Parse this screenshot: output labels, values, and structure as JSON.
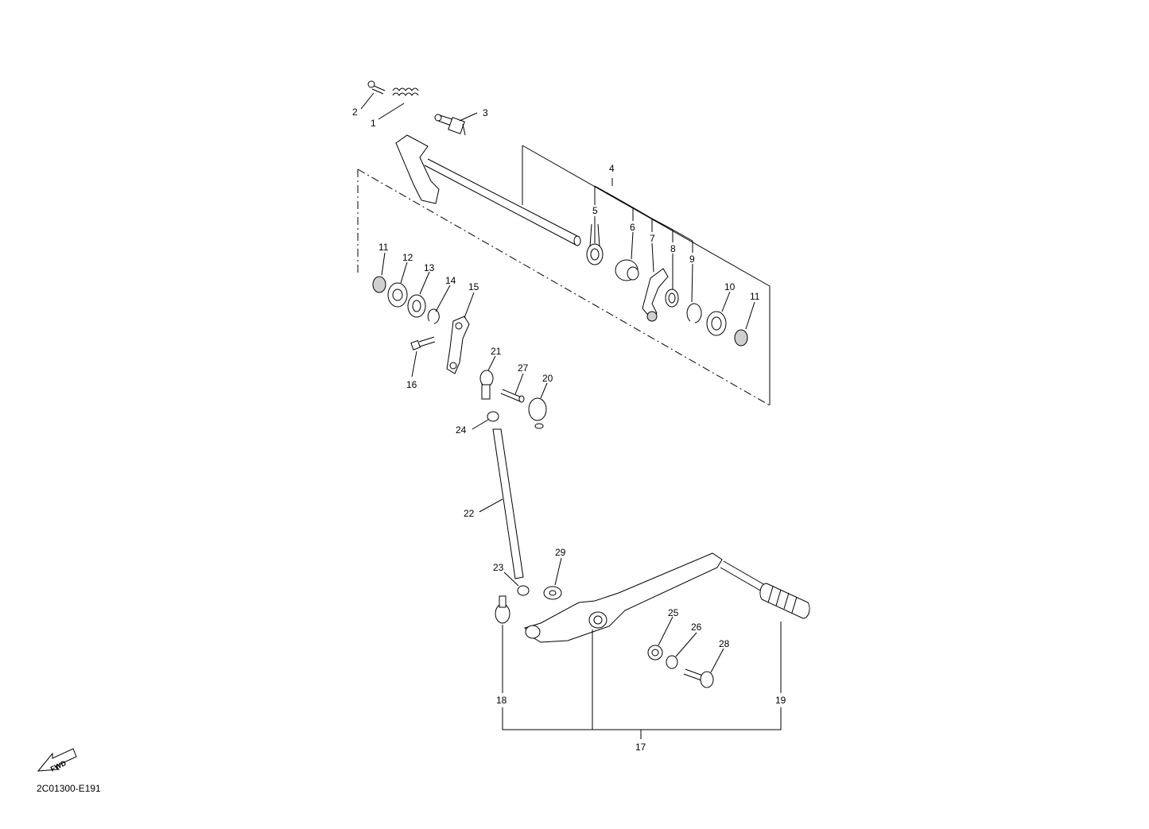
{
  "parts": {
    "p1": "1",
    "p2": "2",
    "p3": "3",
    "p4": "4",
    "p5": "5",
    "p6": "6",
    "p7": "7",
    "p8": "8",
    "p9": "9",
    "p10": "10",
    "p11a": "11",
    "p11b": "11",
    "p12": "12",
    "p13": "13",
    "p14": "14",
    "p15": "15",
    "p16": "16",
    "p17": "17",
    "p18": "18",
    "p19": "19",
    "p20": "20",
    "p21": "21",
    "p22": "22",
    "p23": "23",
    "p24": "24",
    "p25": "25",
    "p26": "26",
    "p27": "27",
    "p28": "28",
    "p29": "29"
  },
  "fwd_label": "FWD",
  "diagram_code": "2C01300-E191"
}
